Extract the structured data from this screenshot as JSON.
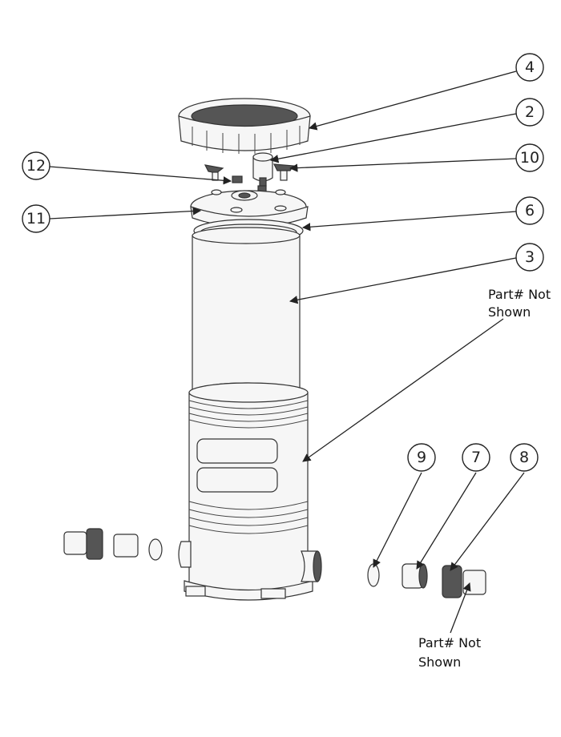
{
  "callouts": [
    {
      "id": "4",
      "label": "4"
    },
    {
      "id": "2",
      "label": "2"
    },
    {
      "id": "12",
      "label": "12"
    },
    {
      "id": "10",
      "label": "10"
    },
    {
      "id": "11",
      "label": "11"
    },
    {
      "id": "6",
      "label": "6"
    },
    {
      "id": "3",
      "label": "3"
    },
    {
      "id": "9",
      "label": "9"
    },
    {
      "id": "7",
      "label": "7"
    },
    {
      "id": "8",
      "label": "8"
    }
  ],
  "notes": {
    "top": {
      "line1": "Part# Not",
      "line2": "Shown"
    },
    "bottom": {
      "line1": "Part# Not",
      "line2": "Shown"
    }
  }
}
